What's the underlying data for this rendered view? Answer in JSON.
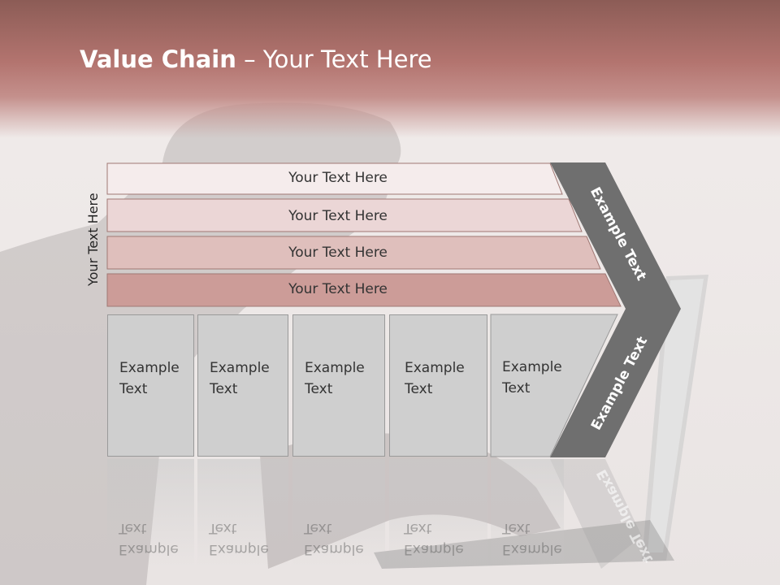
{
  "slide": {
    "title_bold": "Value Chain",
    "title_rest": " – Your Text Here"
  },
  "side_label": "Your Text Here",
  "rows": [
    {
      "label": "Your Text Here",
      "fill": "#f5ecec"
    },
    {
      "label": "Your Text Here",
      "fill": "#ebd6d6"
    },
    {
      "label": "Your Text Here",
      "fill": "#dfbfbc"
    },
    {
      "label": "Your Text Here",
      "fill": "#cc9c98"
    }
  ],
  "columns": [
    {
      "line1": "Example",
      "line2": "Text"
    },
    {
      "line1": "Example",
      "line2": "Text"
    },
    {
      "line1": "Example",
      "line2": "Text"
    },
    {
      "line1": "Example",
      "line2": "Text"
    },
    {
      "line1": "Example",
      "line2": "Text"
    }
  ],
  "arrow": {
    "upper_label": "Example Text",
    "lower_label": "Example Text",
    "color": "#6f6f6f"
  }
}
